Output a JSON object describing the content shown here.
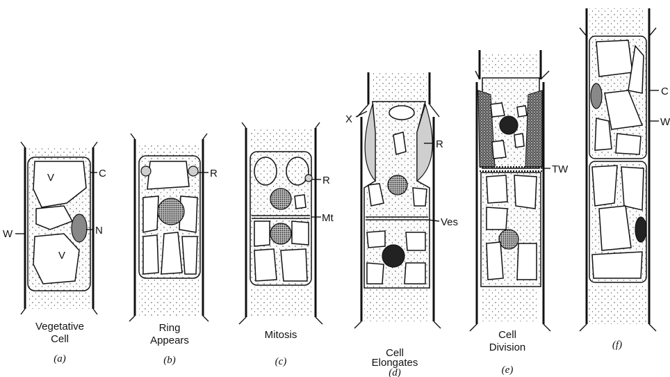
{
  "figure": {
    "panels": [
      {
        "id": "a",
        "caption_lines": [
          "Vegetative",
          "Cell"
        ],
        "sublabel": "(a)"
      },
      {
        "id": "b",
        "caption_lines": [
          "Ring",
          "Appears"
        ],
        "sublabel": "(b)"
      },
      {
        "id": "c",
        "caption_lines": [
          "Mitosis"
        ],
        "sublabel": "(c)"
      },
      {
        "id": "d",
        "caption_lines": [
          "Cell",
          "Elongates"
        ],
        "sublabel": "(d)"
      },
      {
        "id": "e",
        "caption_lines": [
          "Cell",
          "Division"
        ],
        "sublabel": "(e)"
      },
      {
        "id": "f",
        "caption_lines": [],
        "sublabel": "(f)"
      }
    ],
    "labels": {
      "a_C": "C",
      "a_W": "W",
      "a_N": "N",
      "a_V1": "V",
      "a_V2": "V",
      "b_R": "R",
      "c_R": "R",
      "c_Mt": "Mt",
      "d_X": "X",
      "d_R": "R",
      "d_Ves": "Ves",
      "e_TW": "TW",
      "f_C": "C",
      "f_W": "W"
    }
  }
}
